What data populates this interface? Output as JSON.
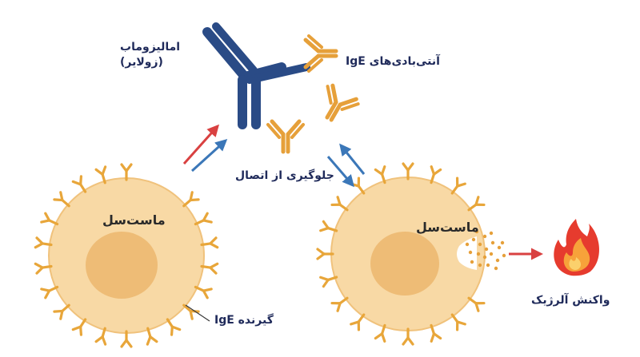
{
  "labels": {
    "omalizumab_name": "امالیزوماب",
    "omalizumab_brand": "(زولایر)",
    "ige_antibodies": "آنتی‌بادی‌های IgE",
    "block_binding": "جلوگیری از اتصال",
    "mast_cell_left": "ماست‌سل",
    "mast_cell_right": "ماست‌سل",
    "ige_receptor": "گیرنده IgE",
    "allergic_reaction": "واکنش آلرژیک"
  },
  "colors": {
    "cell_fill": "#f8d9a5",
    "cell_stroke": "#f0c27c",
    "nucleus": "#eebc76",
    "receptor": "#e8a63a",
    "antibody_omalizumab": "#2a4b86",
    "antibody_ige": "#e6a03a",
    "arrow_red": "#d94141",
    "arrow_blue": "#3b77b8",
    "flame_outer": "#e63b2e",
    "flame_inner": "#f7a23a"
  },
  "icons": {
    "omalizumab": "omalizumab-antibody-icon",
    "ige": "ige-antibody-icon",
    "flame": "flame-icon"
  }
}
